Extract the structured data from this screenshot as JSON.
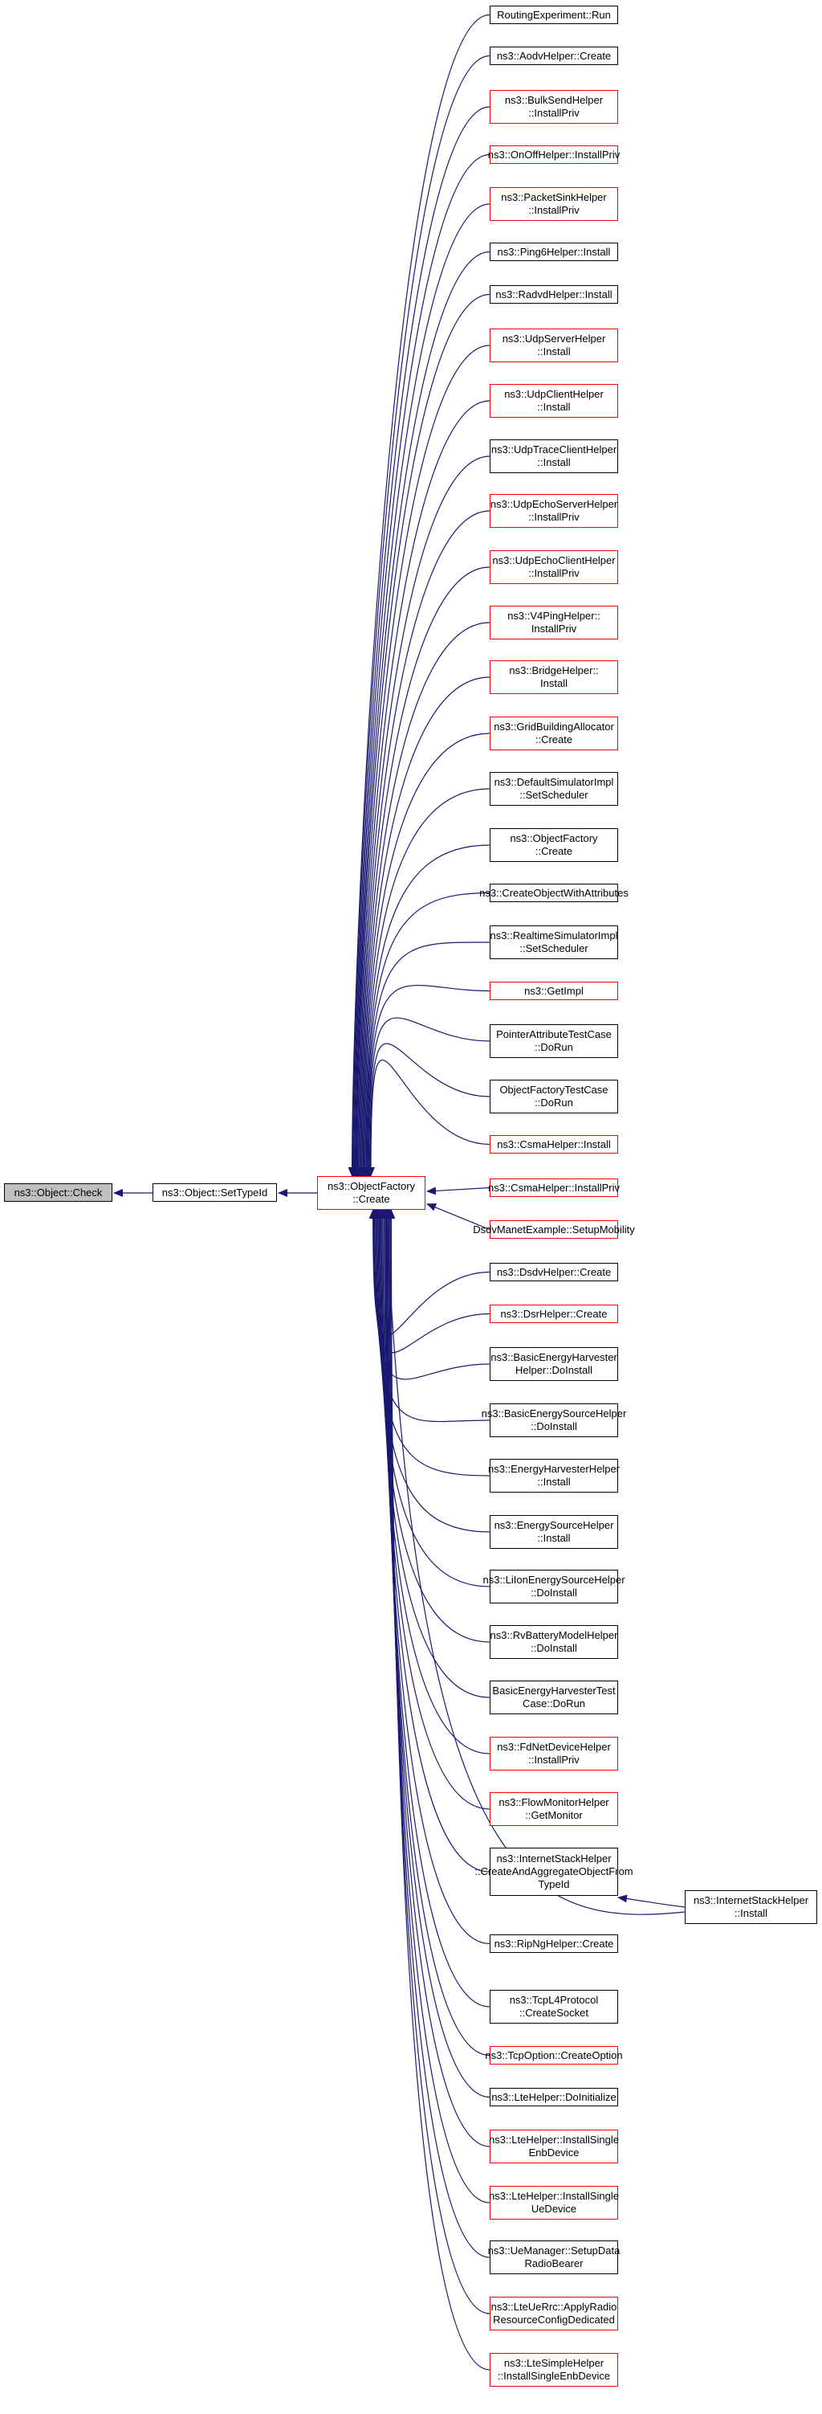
{
  "colors": {
    "edge": "#191970",
    "node_border": "#000000",
    "node_border_alt": "#ff0000",
    "root_fill": "#bfbfbf"
  },
  "diagram": {
    "root": {
      "label": "ns3::Object::Check"
    },
    "settypeid": {
      "label": "ns3::Object::SetTypeId"
    },
    "factory": {
      "label": "ns3::ObjectFactory\n::Create"
    },
    "internet_install": {
      "label": "ns3::InternetStackHelper\n::Install"
    },
    "callers": [
      {
        "label": "RoutingExperiment::Run",
        "red": false
      },
      {
        "label": "ns3::AodvHelper::Create",
        "red": false
      },
      {
        "label": "ns3::BulkSendHelper\n::InstallPriv",
        "red": true
      },
      {
        "label": "ns3::OnOffHelper::InstallPriv",
        "red": true
      },
      {
        "label": "ns3::PacketSinkHelper\n::InstallPriv",
        "red": true
      },
      {
        "label": "ns3::Ping6Helper::Install",
        "red": false
      },
      {
        "label": "ns3::RadvdHelper::Install",
        "red": false
      },
      {
        "label": "ns3::UdpServerHelper\n::Install",
        "red": true
      },
      {
        "label": "ns3::UdpClientHelper\n::Install",
        "red": true
      },
      {
        "label": "ns3::UdpTraceClientHelper\n::Install",
        "red": false
      },
      {
        "label": "ns3::UdpEchoServerHelper\n::InstallPriv",
        "red": true
      },
      {
        "label": "ns3::UdpEchoClientHelper\n::InstallPriv",
        "red": true
      },
      {
        "label": "ns3::V4PingHelper::\nInstallPriv",
        "red": true
      },
      {
        "label": "ns3::BridgeHelper::\nInstall",
        "red": true
      },
      {
        "label": "ns3::GridBuildingAllocator\n::Create",
        "red": true
      },
      {
        "label": "ns3::DefaultSimulatorImpl\n::SetScheduler",
        "red": false
      },
      {
        "label": "ns3::ObjectFactory\n::Create",
        "red": false
      },
      {
        "label": "ns3::CreateObjectWithAttributes",
        "red": false
      },
      {
        "label": "ns3::RealtimeSimulatorImpl\n::SetScheduler",
        "red": false
      },
      {
        "label": "ns3::GetImpl",
        "red": true
      },
      {
        "label": "PointerAttributeTestCase\n::DoRun",
        "red": false
      },
      {
        "label": "ObjectFactoryTestCase\n::DoRun",
        "red": false
      },
      {
        "label": "ns3::CsmaHelper::Install",
        "red": true
      },
      {
        "label": "ns3::CsmaHelper::InstallPriv",
        "red": true
      },
      {
        "label": "DsdvManetExample::SetupMobility",
        "red": true
      },
      {
        "label": "ns3::DsdvHelper::Create",
        "red": false
      },
      {
        "label": "ns3::DsrHelper::Create",
        "red": true
      },
      {
        "label": "ns3::BasicEnergyHarvester\nHelper::DoInstall",
        "red": false
      },
      {
        "label": "ns3::BasicEnergySourceHelper\n::DoInstall",
        "red": false
      },
      {
        "label": "ns3::EnergyHarvesterHelper\n::Install",
        "red": false
      },
      {
        "label": "ns3::EnergySourceHelper\n::Install",
        "red": false
      },
      {
        "label": "ns3::LiIonEnergySourceHelper\n::DoInstall",
        "red": false
      },
      {
        "label": "ns3::RvBatteryModelHelper\n::DoInstall",
        "red": false
      },
      {
        "label": "BasicEnergyHarvesterTest\nCase::DoRun",
        "red": false
      },
      {
        "label": "ns3::FdNetDeviceHelper\n::InstallPriv",
        "red": true
      },
      {
        "label": "ns3::FlowMonitorHelper\n::GetMonitor",
        "red": true
      },
      {
        "label": "ns3::InternetStackHelper\n::CreateAndAggregateObjectFrom\nTypeId",
        "red": false
      },
      {
        "label": "ns3::RipNgHelper::Create",
        "red": false
      },
      {
        "label": "ns3::TcpL4Protocol\n::CreateSocket",
        "red": false
      },
      {
        "label": "ns3::TcpOption::CreateOption",
        "red": true
      },
      {
        "label": "ns3::LteHelper::DoInitialize",
        "red": false
      },
      {
        "label": "ns3::LteHelper::InstallSingle\nEnbDevice",
        "red": true
      },
      {
        "label": "ns3::LteHelper::InstallSingle\nUeDevice",
        "red": true
      },
      {
        "label": "ns3::UeManager::SetupData\nRadioBearer",
        "red": false
      },
      {
        "label": "ns3::LteUeRrc::ApplyRadio\nResourceConfigDedicated",
        "red": true
      },
      {
        "label": "ns3::LteSimpleHelper\n::InstallSingleEnbDevice",
        "red": true
      }
    ]
  }
}
